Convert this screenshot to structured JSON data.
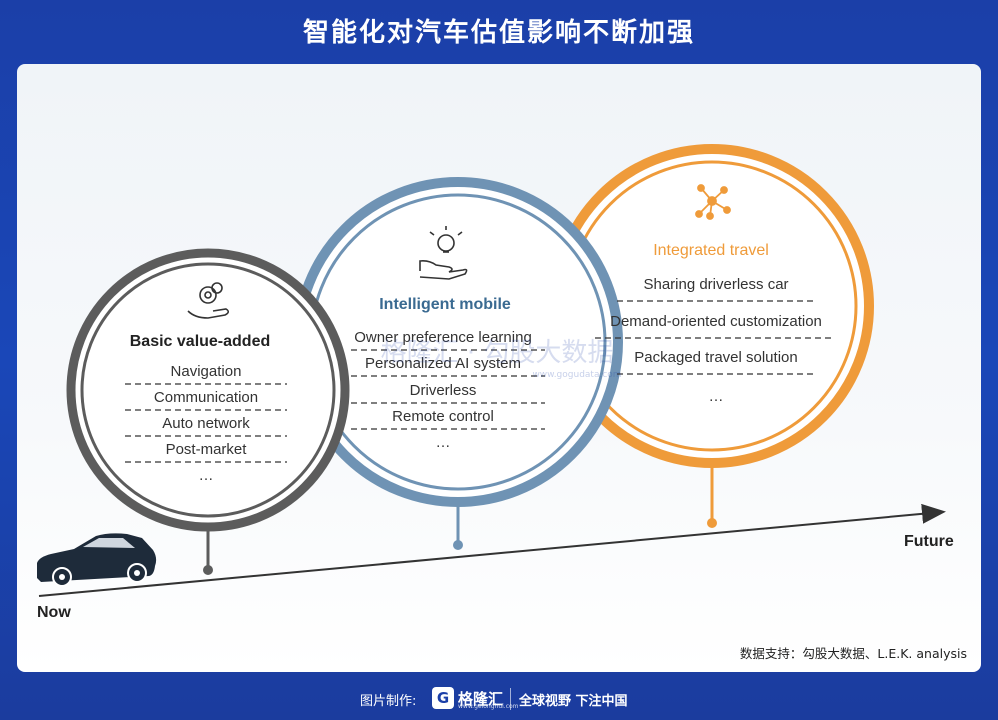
{
  "title": "智能化对汽车估值影响不断加强",
  "colors": {
    "gray": "#5c5c5c",
    "blue": "#6f93b4",
    "orange": "#ef9b3a",
    "car": "#1e2b3a"
  },
  "stages": [
    {
      "id": "basic",
      "title": "Basic value-added",
      "icon": "gears-hand-icon",
      "items": [
        "Navigation",
        "Communication",
        "Auto network",
        "Post-market",
        "…"
      ]
    },
    {
      "id": "intelligent",
      "title": "Intelligent mobile",
      "icon": "lightbulb-hand-icon",
      "items": [
        "Owner preference learning",
        "Personalized AI system",
        "Driverless",
        "Remote control",
        "…"
      ]
    },
    {
      "id": "integrated",
      "title": "Integrated travel",
      "icon": "network-nodes-icon",
      "items": [
        "Sharing driverless car",
        "Demand-oriented customization",
        "Packaged travel solution",
        "…"
      ]
    }
  ],
  "axis": {
    "start": "Now",
    "end": "Future"
  },
  "watermark": {
    "text": "格隆汇 · 勾股大数据",
    "sub": "www.gogudata.com"
  },
  "source": "数据支持：勾股大数据、L.E.K. analysis",
  "footer": {
    "made_by": "图片制作:",
    "brand": "格隆汇",
    "brand_sub": "www.gelonghui.com",
    "slogan": "全球视野 下注中国"
  }
}
